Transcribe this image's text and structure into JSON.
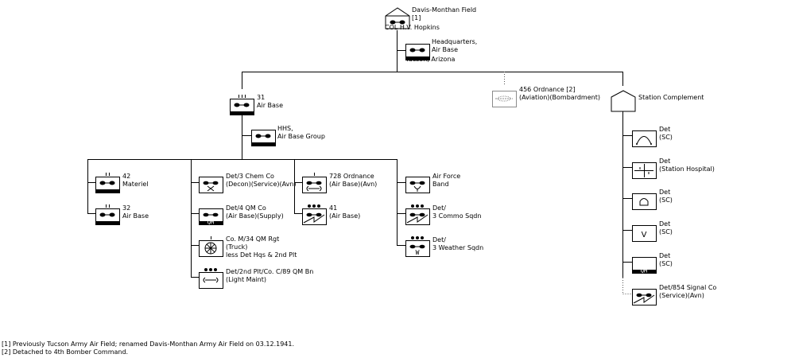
{
  "units": {
    "dm_field": {
      "lines": [
        "Davis-Monthan Field",
        "[1]"
      ],
      "symbol": "air-base-icon"
    },
    "commander": "COL H.V. Hopkins",
    "hq": {
      "lines": [
        "Headquarters,",
        "Air Base"
      ],
      "symbol": "air-base-icon"
    },
    "location": "Tucson, Arizona",
    "ab31": {
      "lines": [
        "31",
        "Air Base"
      ],
      "symbol": "air-base-icon",
      "echelon": "III"
    },
    "hhs": {
      "lines": [
        "HHS,",
        "Air Base Group"
      ],
      "symbol": "air-base-icon"
    },
    "ord456": {
      "lines": [
        "456 Ordnance [2]",
        "(Aviation)(Bombardment)"
      ],
      "symbol": "ordnance-aviation-icon"
    },
    "station": {
      "lines": [
        "Station Complement"
      ],
      "symbol": "station-complement-icon"
    },
    "mat42": {
      "lines": [
        "42",
        "Materiel"
      ],
      "symbol": "air-base-icon",
      "echelon": "II"
    },
    "ab32": {
      "lines": [
        "32",
        "Air Base"
      ],
      "symbol": "air-base-icon",
      "echelon": "II"
    },
    "chem3": {
      "lines": [
        "Det/3 Chem Co",
        "(Decon)(Service)(Avn)"
      ],
      "symbol": "chemical-decon-icon"
    },
    "qm4": {
      "lines": [
        "Det/4 QM Co",
        "(Air Base)(Supply)"
      ],
      "symbol": "quartermaster-icon",
      "text": "QM"
    },
    "qm34": {
      "lines": [
        "Co. M/34 QM Rgt",
        "(Truck)",
        "less Det Hqs & 2nd Plt"
      ],
      "symbol": "truck-wheel-icon",
      "echelon": "I"
    },
    "qm89": {
      "lines": [
        "Det/2nd Plt/Co. C/89 QM Bn",
        "(Light Maint)"
      ],
      "symbol": "maintenance-icon",
      "echelon": "●●●"
    },
    "ord728": {
      "lines": [
        "728 Ordnance",
        "(Air Base)(Avn)"
      ],
      "symbol": "ordnance-icon",
      "echelon": "I"
    },
    "sig41": {
      "lines": [
        "41",
        "(Air Base)"
      ],
      "symbol": "signal-icon",
      "echelon": "●●●"
    },
    "band": {
      "lines": [
        "Air Force",
        "Band"
      ],
      "symbol": "band-icon"
    },
    "commo3": {
      "lines": [
        "Det/",
        "3 Commo Sqdn"
      ],
      "symbol": "signal-icon",
      "echelon": "●●●"
    },
    "weather3": {
      "lines": [
        "Det/",
        "3 Weather Sqdn"
      ],
      "symbol": "weather-icon",
      "text": "W",
      "echelon": "●●●"
    },
    "det_sc1": {
      "lines": [
        "Det",
        "(SC)"
      ],
      "symbol": "signal-corps-arc-icon"
    },
    "det_hosp": {
      "lines": [
        "Det",
        "(Station Hospital)"
      ],
      "symbol": "hospital-cross-icon"
    },
    "det_sc2": {
      "lines": [
        "Det",
        "(SC)"
      ],
      "symbol": "dome-icon"
    },
    "det_sc3": {
      "lines": [
        "Det",
        "(SC)"
      ],
      "symbol": "v-icon",
      "text": "V"
    },
    "det_sc4": {
      "lines": [
        "Det",
        "(SC)"
      ],
      "symbol": "quartermaster-icon",
      "text": "QM"
    },
    "sig854": {
      "lines": [
        "Det/854 Signal Co",
        "(Service)(Avn)"
      ],
      "symbol": "signal-icon"
    }
  },
  "notes": [
    "[1] Previously Tucson Army Air Field; renamed Davis-Monthan Army Air Field on 03.12.1941.",
    "[2] Detached to 4th Bomber Command."
  ],
  "colors": {
    "line": "#000000",
    "detached": "#888888"
  }
}
